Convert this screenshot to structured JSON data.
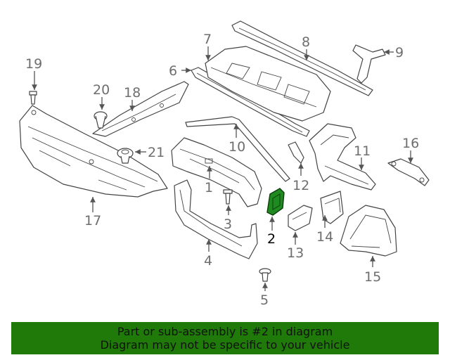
{
  "callouts": {
    "c1": "1",
    "c2": "2",
    "c3": "3",
    "c4": "4",
    "c5": "5",
    "c6": "6",
    "c7": "7",
    "c8": "8",
    "c9": "9",
    "c10": "10",
    "c11": "11",
    "c12": "12",
    "c13": "13",
    "c14": "14",
    "c15": "15",
    "c16": "16",
    "c17": "17",
    "c18": "18",
    "c19": "19",
    "c20": "20",
    "c21": "21"
  },
  "highlight_callout": "2",
  "colors": {
    "highlight_part": "#1f8a1f",
    "banner_bg": "#1f7a0a",
    "label_gray": "#6e6e6e"
  },
  "banner": {
    "line1": "Part or sub-assembly is #2 in diagram",
    "line2": "Diagram may not be specific to your vehicle"
  }
}
